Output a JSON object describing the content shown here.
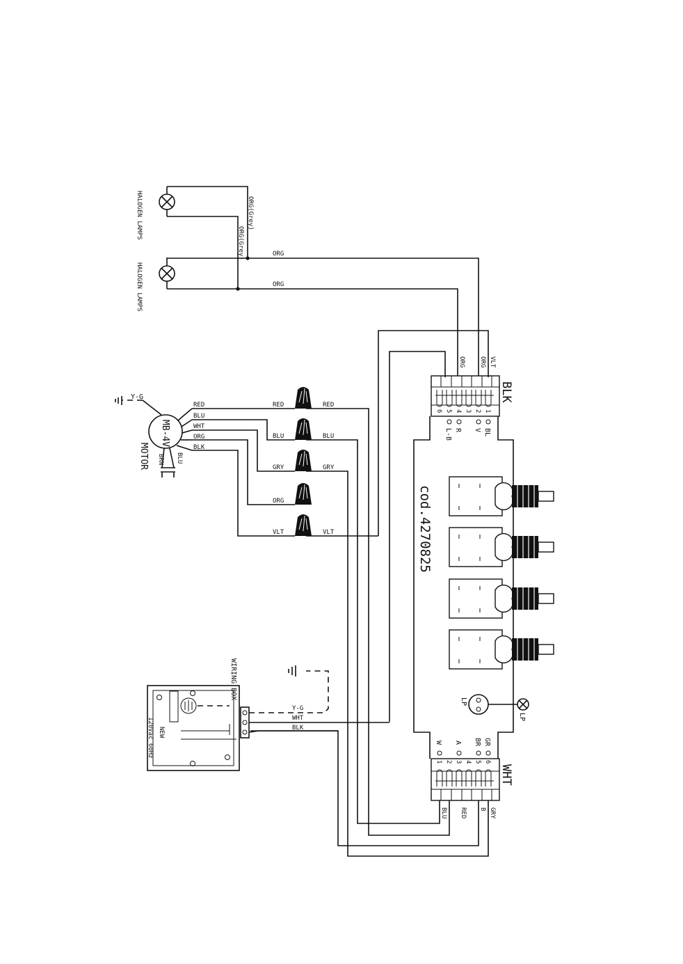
{
  "lamps": {
    "name": "HALOGEN LAMPS",
    "wire_a": "ORG(Grey)",
    "wire_b": "ORG(Grey)"
  },
  "wires": {
    "org": "ORG",
    "red": "RED",
    "blu": "BLU",
    "wht": "WHT",
    "blk": "BLK",
    "gry": "GRY",
    "vlt": "VLT",
    "yg": "Y-G"
  },
  "motor": {
    "label": "MOTOR",
    "model": "MB-4V",
    "cap": "BRN",
    "cap2": "BLU"
  },
  "switch_top": {
    "color": "BLK",
    "pins": [
      "1",
      "2",
      "3",
      "4",
      "5",
      "6"
    ],
    "left_labels": [
      "BL",
      "V",
      "R",
      "L-B"
    ]
  },
  "switch_bottom": {
    "color": "WHT",
    "pins": [
      "1",
      "2",
      "3",
      "4",
      "5",
      "6"
    ],
    "left_labels": [
      "W",
      "A",
      "BR",
      "GR"
    ],
    "wire_labels": [
      "BLU",
      "RED",
      "B",
      "GRY"
    ]
  },
  "board": {
    "code": "cod.4270825",
    "lp": "LP"
  },
  "wiring_box": {
    "title": "WIRING BOX",
    "supply": "120Vac 60Hz",
    "neutral": "NEW"
  }
}
